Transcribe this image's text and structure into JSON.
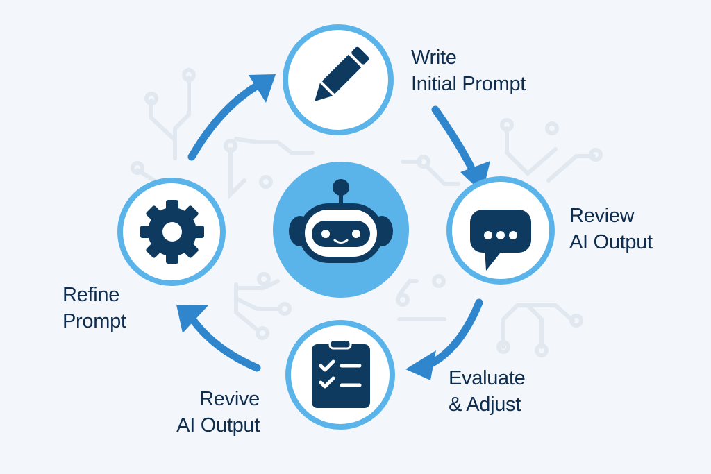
{
  "diagram": {
    "title": "AI Prompt Iteration Cycle",
    "center": {
      "icon": "robot-icon"
    },
    "steps": [
      {
        "id": "write",
        "line1": "Write",
        "line2": "Initial Prompt",
        "icon": "pencil-icon"
      },
      {
        "id": "review",
        "line1": "Review",
        "line2": "AI Output",
        "icon": "chat-bubble-icon"
      },
      {
        "id": "evaluate",
        "line1": "Evaluate",
        "line2": "& Adjust",
        "icon": "clipboard-checklist-icon"
      },
      {
        "id": "revive",
        "line1": "Revive",
        "line2": "AI Output",
        "icon": null
      },
      {
        "id": "refine",
        "line1": "Refine",
        "line2": "Prompt",
        "icon": "gear-icon"
      }
    ],
    "colors": {
      "background": "#f3f7fb",
      "ring": "#5ab4ea",
      "arrow": "#2f86cc",
      "icon": "#0f3a5f",
      "text": "#0f2d4f",
      "circuit": "#e2e8ef",
      "center_fill": "#5ab4ea"
    }
  }
}
